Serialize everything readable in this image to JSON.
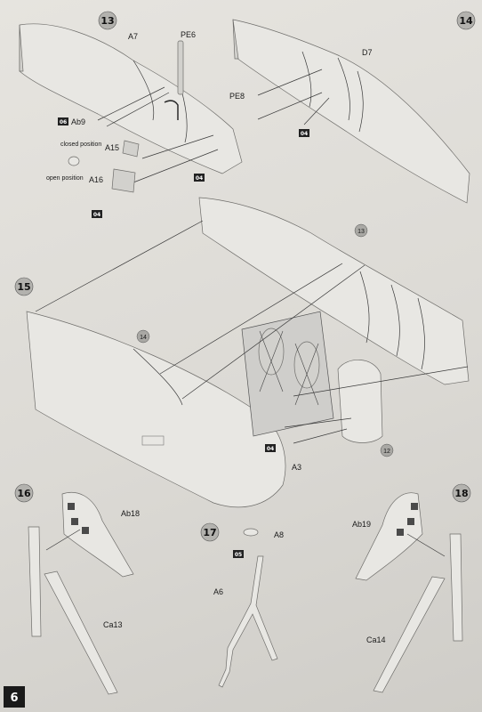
{
  "page_number": "6",
  "steps": [
    {
      "number": "13",
      "labels": {
        "fuselage_half": "A7",
        "etch_part": "PE6",
        "seat_part": "Ab9",
        "closed_caption": "closed position",
        "closed_part": "A15",
        "open_caption": "open position",
        "open_part": "A16"
      },
      "glue_badges": [
        "06",
        "04",
        "04"
      ]
    },
    {
      "number": "14",
      "labels": {
        "fuselage_half": "D7",
        "etch_part": "PE8"
      },
      "glue_badges": [
        "04"
      ]
    },
    {
      "number": "15",
      "labels": {
        "sub_assembly_a": "13",
        "sub_assembly_b": "14",
        "sub_assembly_c": "12",
        "part": "A3"
      },
      "glue_badges": [
        "04"
      ]
    },
    {
      "number": "16",
      "labels": {
        "wheel_part": "Ab18",
        "strut_part": "Ca13"
      }
    },
    {
      "number": "17",
      "labels": {
        "cap_part": "A8",
        "leg_part": "A6"
      },
      "glue_badges": [
        "05"
      ]
    },
    {
      "number": "18",
      "labels": {
        "wheel_part": "Ab19",
        "strut_part": "Ca14"
      }
    }
  ]
}
